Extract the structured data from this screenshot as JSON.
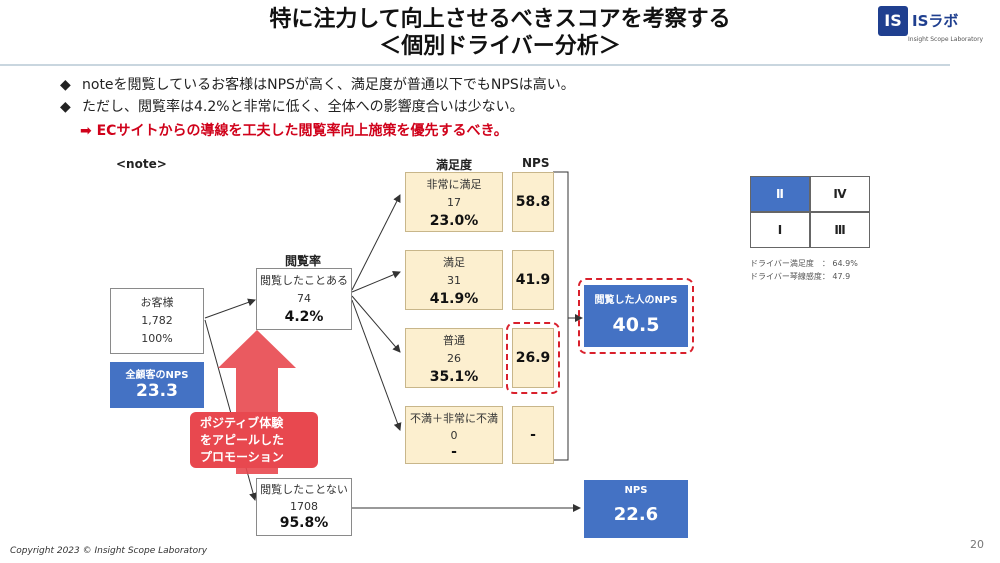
{
  "title": {
    "line1": "特に注力して向上させるべきスコアを考察する",
    "line2": "＜個別ドライバー分析＞"
  },
  "logo": {
    "mark": "IS",
    "text": "ISラボ",
    "sub": "Insight Scope Laboratory"
  },
  "bullets": [
    {
      "marker": "◆",
      "text": "noteを閲覧しているお客様はNPSが高く、満足度が普通以下でもNPSは高い。"
    },
    {
      "marker": "◆",
      "text": "ただし、閲覧率は4.2%と非常に低く、全体への影響度合いは少ない。"
    }
  ],
  "conclusion": "➡ ECサイトからの導線を工夫した閲覧率向上施策を優先するべき。",
  "diagram": {
    "section_label": "<note>",
    "customers": {
      "label": "お客様",
      "count": "1,782",
      "pct": "100%"
    },
    "all_nps": {
      "label": "全顧客のNPS",
      "value": "23.3"
    },
    "view_rate_header": "閲覧率",
    "viewed": {
      "label": "閲覧したことある",
      "count": "74",
      "pct": "4.2%"
    },
    "not_viewed": {
      "label": "閲覧したことない",
      "count": "1708",
      "pct": "95.8%"
    },
    "sat_header": "満足度",
    "nps_header": "NPS",
    "satisfaction": [
      {
        "label": "非常に満足",
        "count": "17",
        "pct": "23.0%",
        "nps": "58.8"
      },
      {
        "label": "満足",
        "count": "31",
        "pct": "41.9%",
        "nps": "41.9"
      },
      {
        "label": "普通",
        "count": "26",
        "pct": "35.1%",
        "nps": "26.9"
      },
      {
        "label": "不満＋非常に不満",
        "count": "0",
        "pct": "-",
        "nps": "-"
      }
    ],
    "viewed_nps": {
      "label": "閲覧した人のNPS",
      "value": "40.5"
    },
    "not_viewed_nps": {
      "label": "NPS",
      "value": "22.6"
    },
    "promo_text": [
      "ポジティブ体験",
      "をアピールした",
      "プロモーション"
    ]
  },
  "quadrant": {
    "cells": [
      "Ⅱ",
      "Ⅳ",
      "Ⅰ",
      "Ⅲ"
    ],
    "notes": [
      "ドライバー満足度　： 64.9%",
      "ドライバー琴線感度： 47.9"
    ]
  },
  "colors": {
    "accent_blue": "#4472c4",
    "alert_red": "#d9202c",
    "cream": "#fcefcf"
  },
  "footer": {
    "copyright": "Copyright 2023 © Insight Scope Laboratory",
    "page": "20"
  }
}
